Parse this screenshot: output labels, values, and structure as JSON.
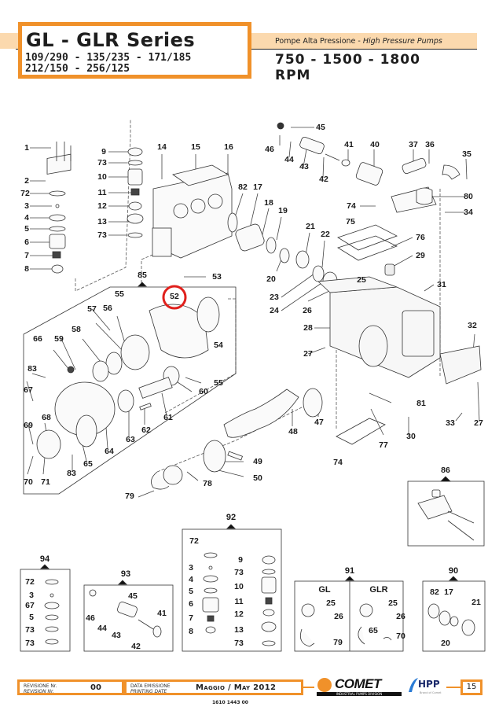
{
  "header": {
    "series_title": "GL - GLR Series",
    "models_line1": "109/290 - 135/235 - 171/185",
    "models_line2": "212/150 - 256/125",
    "subtitle_it": "Pompe Alta Pressione - ",
    "subtitle_en": "High Pressure Pumps",
    "rpm_line1": "750 - 1500 - 1800",
    "rpm_line2": "RPM"
  },
  "colors": {
    "accent_orange": "#f0912a",
    "header_band": "#fbd9ae",
    "highlight_red": "#e0201c",
    "hpp_blue": "#1b2a6b"
  },
  "diagram": {
    "highlighted_part": "52",
    "part_labels": {
      "p1": "1",
      "p2": "2",
      "p72a": "72",
      "p3": "3",
      "p4": "4",
      "p5": "5",
      "p6": "6",
      "p7": "7",
      "p8": "8",
      "p9": "9",
      "p73a": "73",
      "p10": "10",
      "p11": "11",
      "p12": "12",
      "p13": "13",
      "p73b": "73",
      "p14": "14",
      "p15": "15",
      "p16": "16",
      "p82": "82",
      "p17": "17",
      "p18": "18",
      "p19": "19",
      "p21": "21",
      "p22": "22",
      "p20": "20",
      "p23": "23",
      "p24": "24",
      "p25": "25",
      "p26": "26",
      "p53": "53",
      "p46": "46",
      "p45": "45",
      "p44": "44",
      "p43": "43",
      "p42": "42",
      "p41": "41",
      "p40": "40",
      "p37": "37",
      "p36": "36",
      "p35": "35",
      "p80": "80",
      "p34": "34",
      "p74a": "74",
      "p75": "75",
      "p76": "76",
      "p29": "29",
      "p31": "31",
      "p28": "28",
      "p27a": "27",
      "p32": "32",
      "p27b": "27",
      "p33": "33",
      "p81": "81",
      "p30": "30",
      "p77": "77",
      "p74b": "74",
      "p47": "47",
      "p48": "48",
      "p49": "49",
      "p50": "50",
      "p85": "85",
      "p52": "52",
      "p55a": "55",
      "p56": "56",
      "p57": "57",
      "p58": "58",
      "p54": "54",
      "p55b": "55",
      "p60": "60",
      "p61": "61",
      "p62": "62",
      "p63": "63",
      "p64": "64",
      "p65": "65",
      "p66": "66",
      "p59": "59",
      "p83a": "83",
      "p67": "67",
      "p68": "68",
      "p69": "69",
      "p70": "70",
      "p71": "71",
      "p83b": "83",
      "p78": "78",
      "p79": "79",
      "p86": "86"
    },
    "kits": {
      "k94": {
        "title": "94",
        "labels": [
          "72",
          "3",
          "67",
          "5",
          "73",
          "73"
        ]
      },
      "k93": {
        "title": "93",
        "labels": [
          "45",
          "46",
          "44",
          "43",
          "41",
          "42"
        ]
      },
      "k92": {
        "title": "92",
        "labels": [
          "72",
          "3",
          "4",
          "5",
          "6",
          "7",
          "8",
          "9",
          "73",
          "10",
          "11",
          "12",
          "13",
          "73"
        ]
      },
      "k91": {
        "title": "91",
        "gl_header": "GL",
        "glr_header": "GLR",
        "gl_labels": [
          "25",
          "26",
          "79"
        ],
        "glr_labels": [
          "25",
          "26",
          "65",
          "70"
        ]
      },
      "k90": {
        "title": "90",
        "labels": [
          "82",
          "17",
          "21",
          "20"
        ]
      }
    }
  },
  "footer": {
    "revision_label_it": "REVISIONE Nr.",
    "revision_label_en": "REVISION Nr.",
    "revision_value": "00",
    "date_label_it": "DATA EMISSIONE",
    "date_label_en": "PRINTING DATE",
    "date_value": "Maggio / May 2012",
    "brand": "COMET",
    "brand_sub": "INDUSTRIAL PUMPS DIVISION",
    "hpp_brand": "HPP",
    "hpp_sub": "Brand of Comet",
    "page_number": "15",
    "doc_code": "1610 1443 00"
  }
}
